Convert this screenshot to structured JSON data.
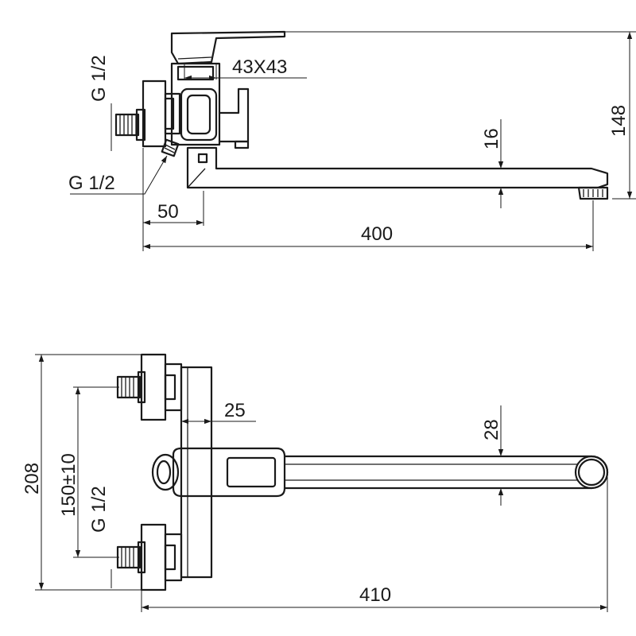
{
  "drawing": {
    "side_view": {
      "thread_inlet_label": "G 1/2",
      "thread_outlet_label": "G 1/2",
      "body_size_label": "43X43",
      "height_label": "148",
      "spout_height_label": "16",
      "offset_label": "50",
      "length_label": "400"
    },
    "top_view": {
      "overall_height_label": "208",
      "centre_distance_label": "150±10",
      "thread_label": "G 1/2",
      "body_width_label": "25",
      "spout_width_label": "28",
      "length_label": "410"
    }
  }
}
